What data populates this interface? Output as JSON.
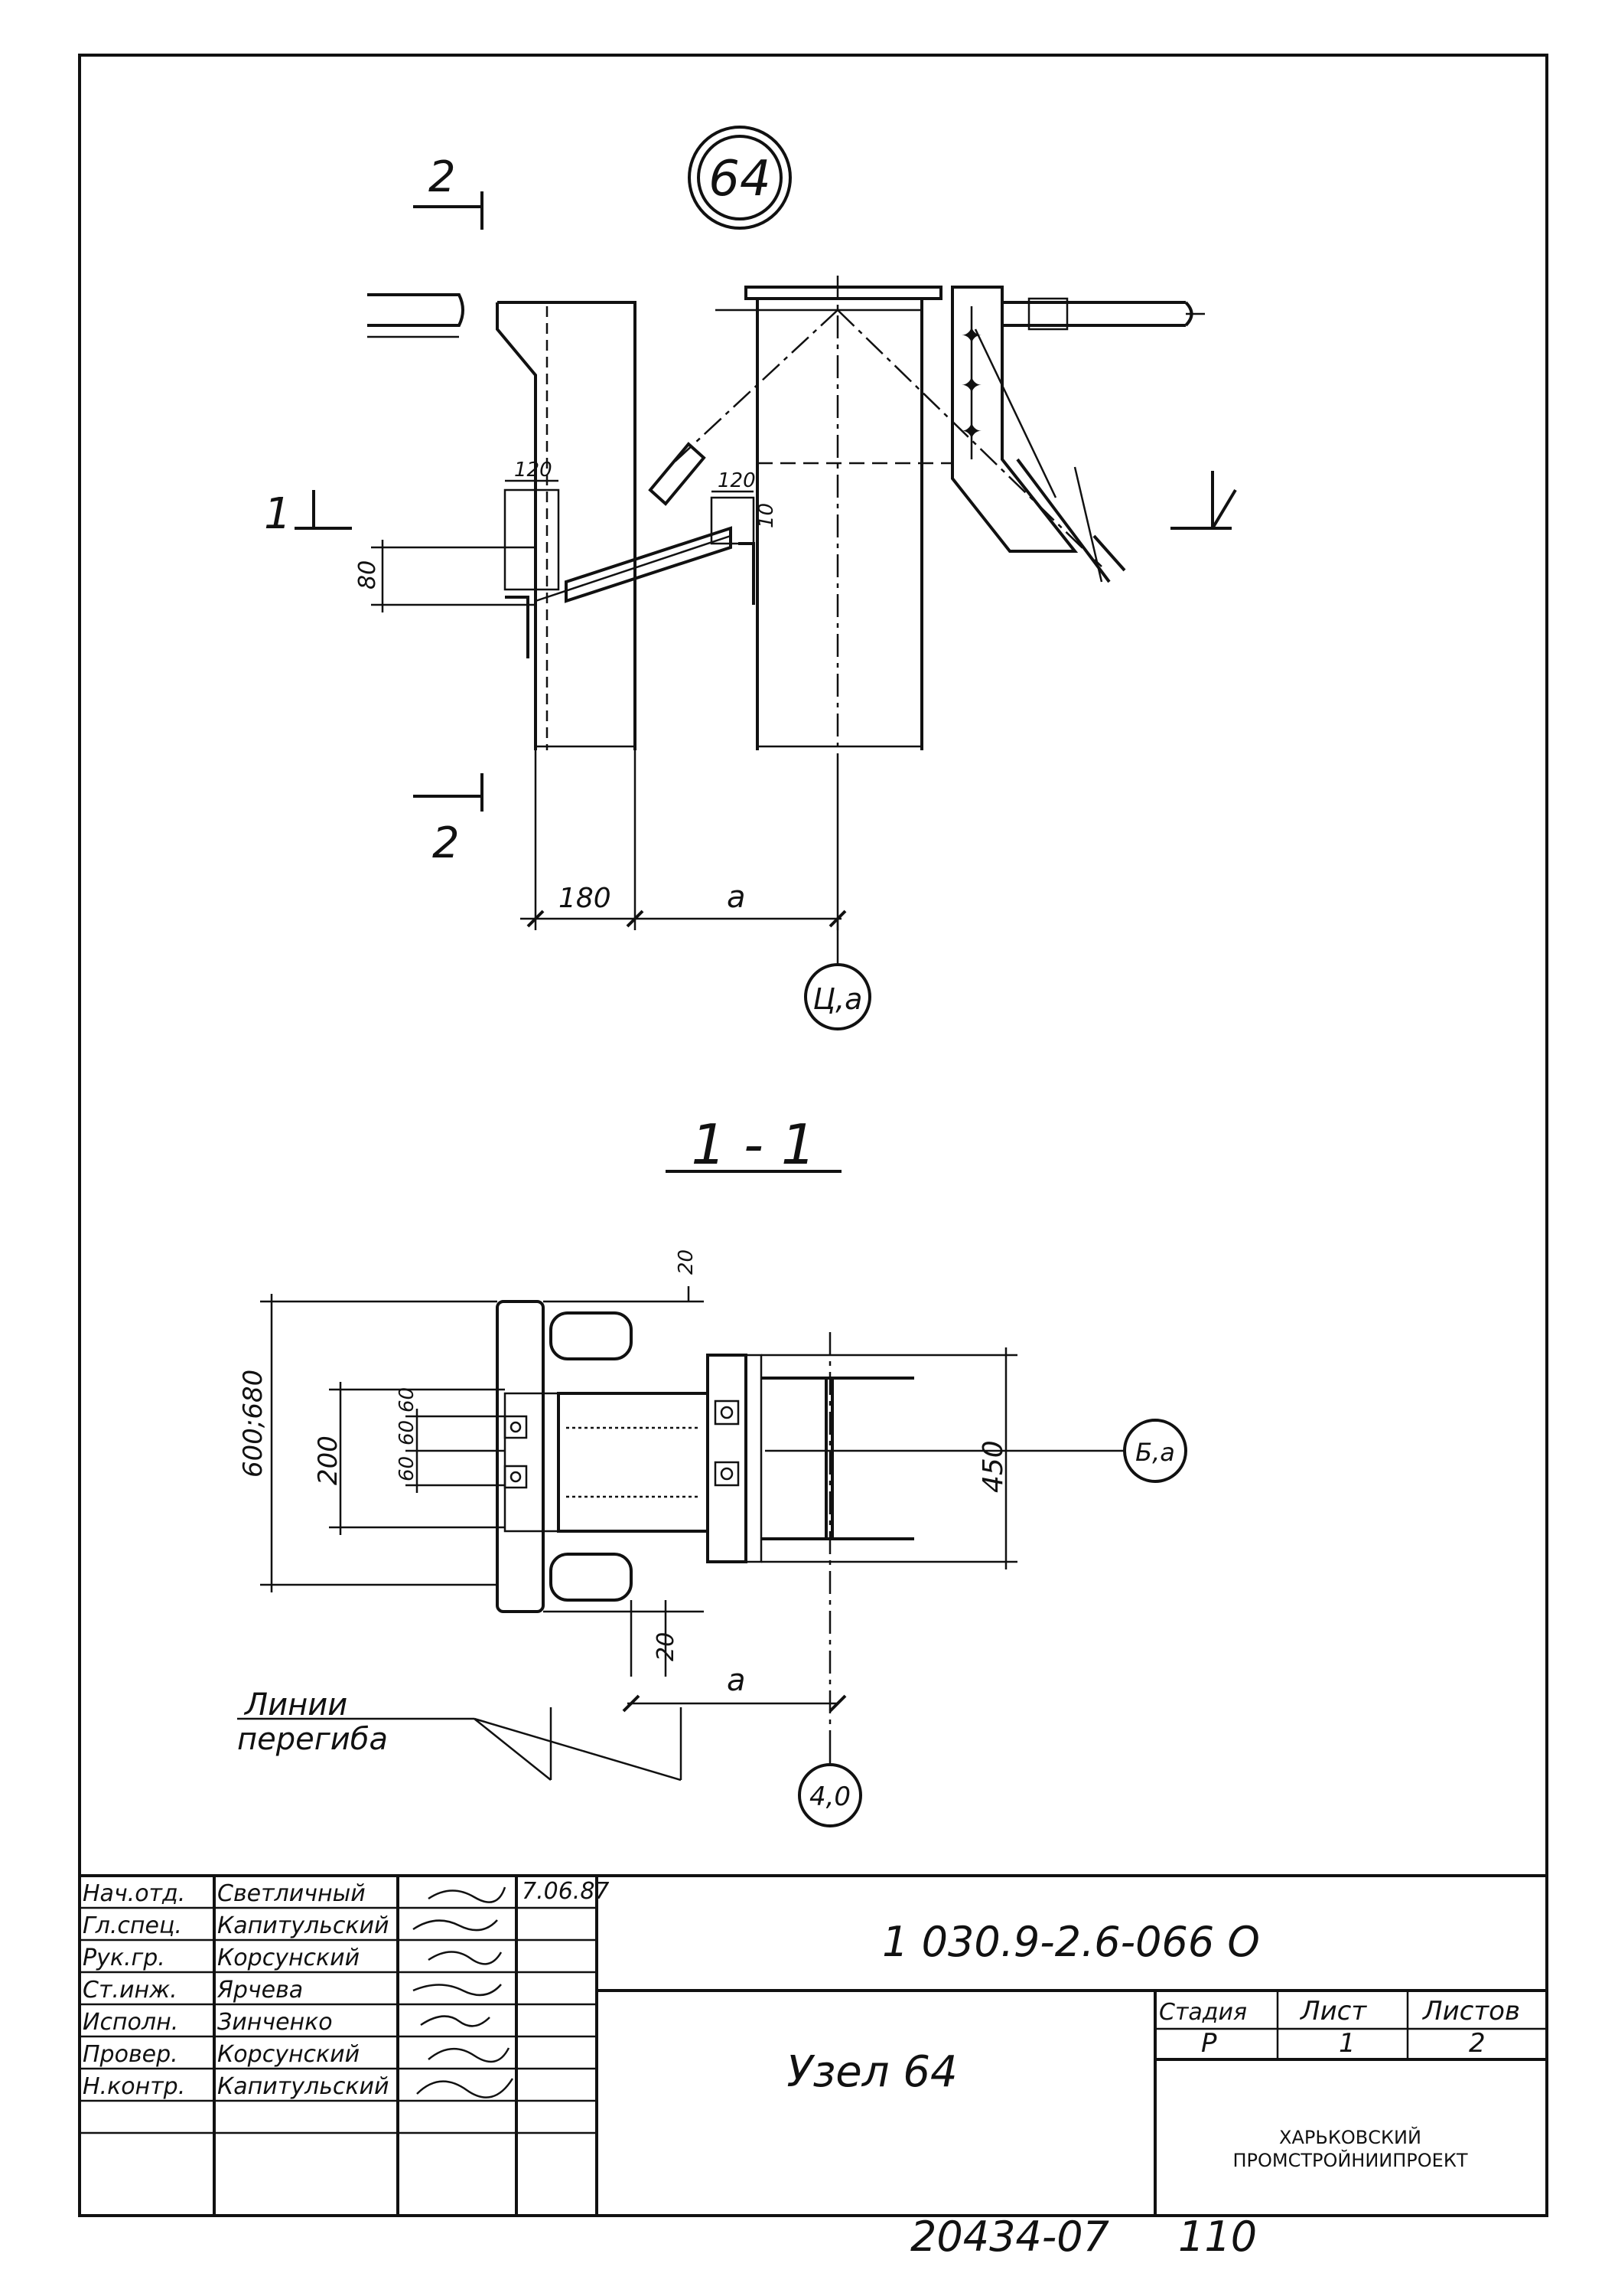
{
  "node_marker": "64",
  "section_marks": {
    "cut_2": "2",
    "cut_1": "1"
  },
  "elevation": {
    "dims": {
      "d120a": "120",
      "d120b": "120",
      "d80": "80",
      "d10": "10",
      "d180": "180",
      "da": "a"
    },
    "axis": "Ц,a"
  },
  "section_1_1": {
    "title": "1 - 1",
    "dims": {
      "d20a": "20",
      "d600_680": "600;680",
      "d200": "200",
      "d60a": "60",
      "d60b": "60",
      "d60c": "60",
      "d450": "450",
      "d20b": "20",
      "da": "a"
    },
    "axis_b": "Б,a",
    "axis_4": "4,0",
    "note": [
      "Линии",
      "перегиба"
    ]
  },
  "title_block": {
    "rows": [
      {
        "role": "Нач.отд.",
        "name": "Светличный",
        "date": "7.06.87"
      },
      {
        "role": "Гл.спец.",
        "name": "Капитульский",
        "date": ""
      },
      {
        "role": "Рук.гр.",
        "name": "Корсунский",
        "date": ""
      },
      {
        "role": "Ст.инж.",
        "name": "Ярчева",
        "date": ""
      },
      {
        "role": "Исполн.",
        "name": "Зинченко",
        "date": ""
      },
      {
        "role": "Провер.",
        "name": "Корсунский",
        "date": ""
      },
      {
        "role": "Н.контр.",
        "name": "Капитульский",
        "date": ""
      }
    ],
    "doc_code": "1 030.9-2.6-066 О",
    "node_title": "Узел 64",
    "stage_label": "Стадия",
    "sheet_label": "Лист",
    "sheets_label": "Листов",
    "stage_value": "Р",
    "sheet_value": "1",
    "sheets_value": "2",
    "org": [
      "ХАРЬКОВСКИЙ",
      "ПРОМСТРОЙНИИПРОЕКТ"
    ]
  },
  "footer": {
    "archive_no": "20434-07",
    "page_no": "110"
  }
}
